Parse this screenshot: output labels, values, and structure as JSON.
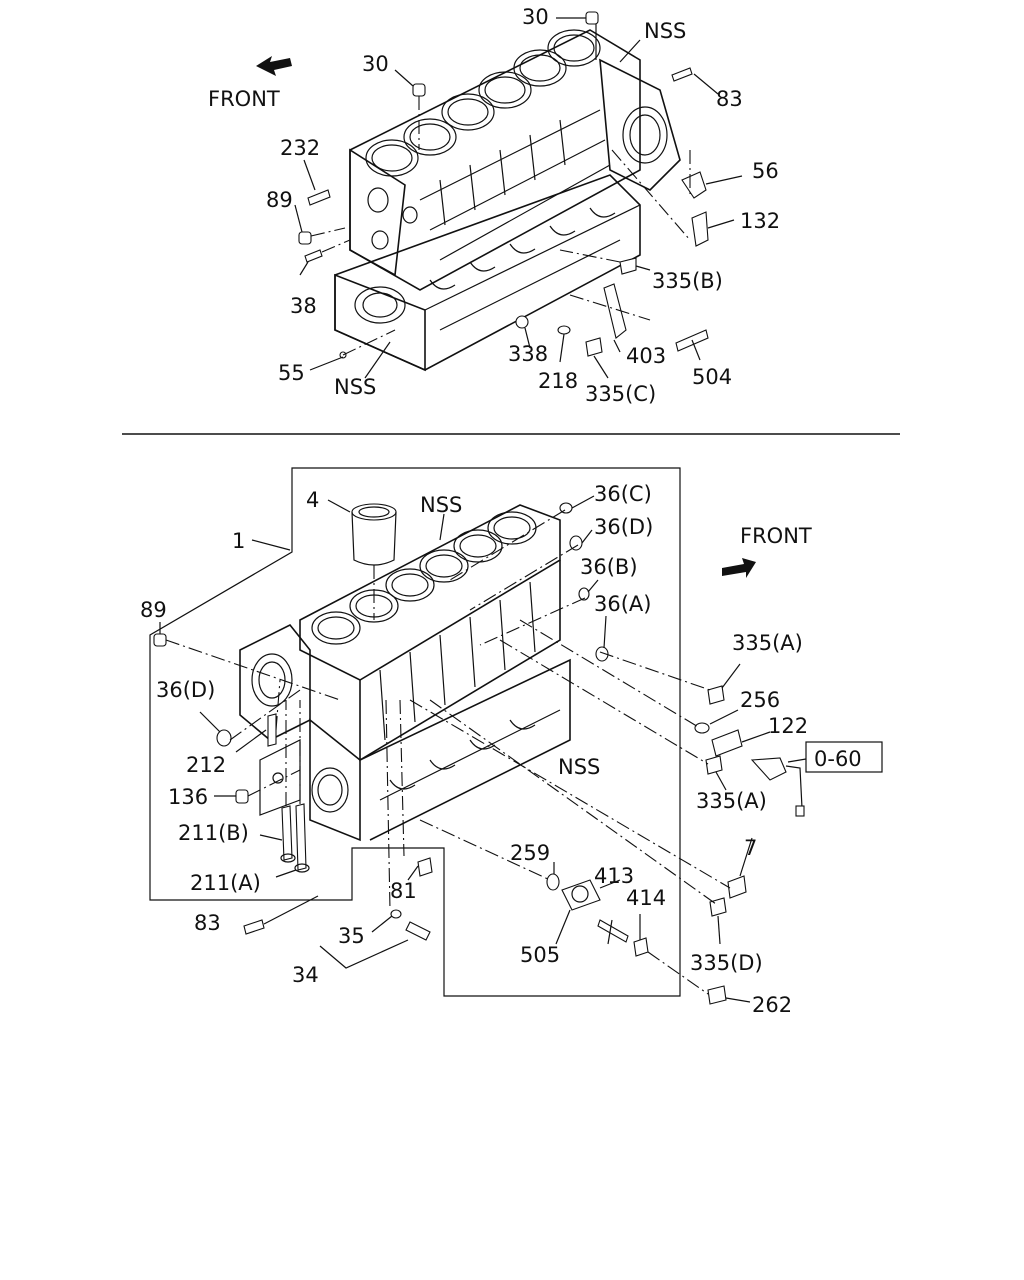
{
  "top_diagram": {
    "front_label": "FRONT",
    "callouts": {
      "c30a": "30",
      "c30b": "30",
      "nss1": "NSS",
      "c83": "83",
      "c232": "232",
      "c56": "56",
      "c89": "89",
      "c132": "132",
      "c38": "38",
      "c335b": "335(B)",
      "c338": "338",
      "c403": "403",
      "c55": "55",
      "c218": "218",
      "c504": "504",
      "nss2": "NSS",
      "c335c": "335(C)"
    }
  },
  "bottom_diagram": {
    "front_label": "FRONT",
    "callouts": {
      "c36c": "36(C)",
      "c4": "4",
      "nss3": "NSS",
      "c36d1": "36(D)",
      "c1": "1",
      "c36b": "36(B)",
      "c36a": "36(A)",
      "c89": "89",
      "c335a1": "335(A)",
      "c36d2": "36(D)",
      "c256": "256",
      "c122": "122",
      "ref": "0-60",
      "c212": "212",
      "nss4": "NSS",
      "c335a2": "335(A)",
      "c136": "136",
      "c211b": "211(B)",
      "c7": "7",
      "c259": "259",
      "c413": "413",
      "c211a": "211(A)",
      "c81": "81",
      "c414": "414",
      "c83": "83",
      "c35": "35",
      "c505": "505",
      "c335d": "335(D)",
      "c34": "34",
      "c262": "262"
    }
  }
}
